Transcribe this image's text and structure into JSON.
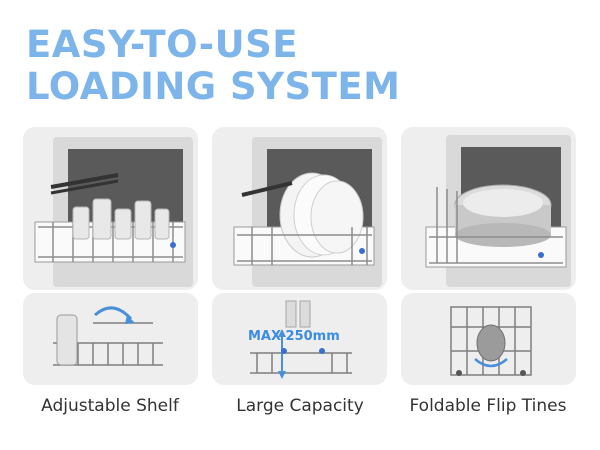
{
  "headline": {
    "line1": "EASY-TO-USE",
    "line2": "LOADING SYSTEM"
  },
  "features": [
    {
      "caption": "Adjustable Shelf",
      "icon": "adjustable-shelf-icon"
    },
    {
      "caption": "Large Capacity",
      "icon": "large-capacity-icon"
    },
    {
      "caption": "Foldable Flip Tines",
      "icon": "foldable-tines-icon"
    }
  ],
  "capacity_label": "MAX 250mm",
  "colors": {
    "headline": "#7db5ea",
    "accent": "#3a8de0",
    "panel_bg": "#eeeeee",
    "caption_text": "#333333"
  }
}
